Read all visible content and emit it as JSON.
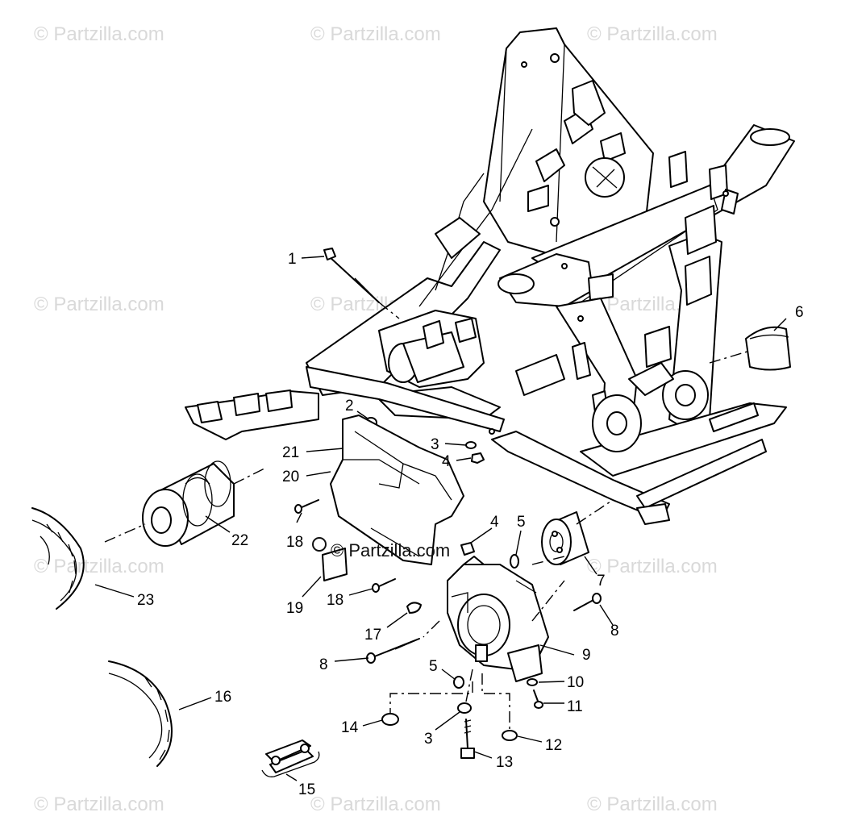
{
  "diagram": {
    "callouts": [
      {
        "id": "c1",
        "label": "1"
      },
      {
        "id": "c2",
        "label": "2"
      },
      {
        "id": "c3a",
        "label": "3"
      },
      {
        "id": "c4a",
        "label": "4"
      },
      {
        "id": "c4b",
        "label": "4"
      },
      {
        "id": "c5a",
        "label": "5"
      },
      {
        "id": "c5b",
        "label": "5"
      },
      {
        "id": "c6",
        "label": "6"
      },
      {
        "id": "c7",
        "label": "7"
      },
      {
        "id": "c8a",
        "label": "8"
      },
      {
        "id": "c8b",
        "label": "8"
      },
      {
        "id": "c9",
        "label": "9"
      },
      {
        "id": "c10",
        "label": "10"
      },
      {
        "id": "c11",
        "label": "11"
      },
      {
        "id": "c12",
        "label": "12"
      },
      {
        "id": "c13",
        "label": "13"
      },
      {
        "id": "c14",
        "label": "14"
      },
      {
        "id": "c3b",
        "label": "3"
      },
      {
        "id": "c15",
        "label": "15"
      },
      {
        "id": "c16",
        "label": "16"
      },
      {
        "id": "c17",
        "label": "17"
      },
      {
        "id": "c18a",
        "label": "18"
      },
      {
        "id": "c18b",
        "label": "18"
      },
      {
        "id": "c19",
        "label": "19"
      },
      {
        "id": "c20",
        "label": "20"
      },
      {
        "id": "c21",
        "label": "21"
      },
      {
        "id": "c22",
        "label": "22"
      },
      {
        "id": "c23",
        "label": "23"
      }
    ]
  },
  "watermark": {
    "text": "© Partzilla.com",
    "center_text": "© Partzilla.com"
  }
}
